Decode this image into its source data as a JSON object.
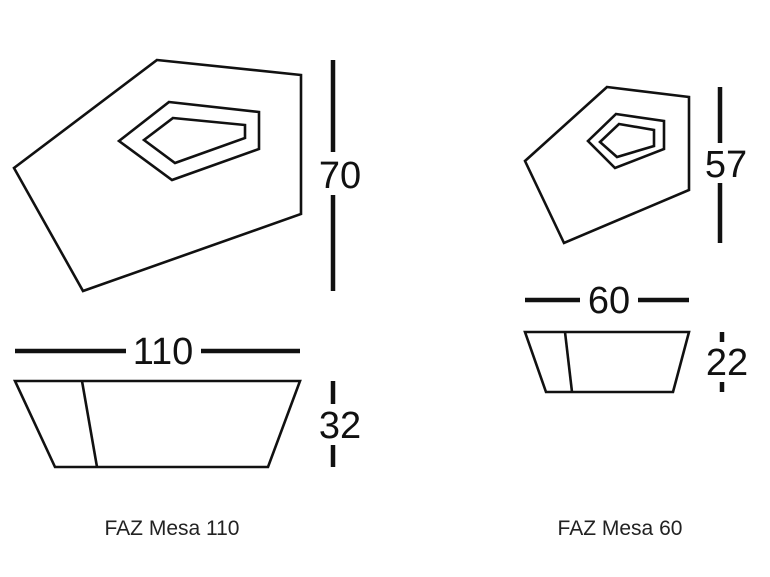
{
  "products": [
    {
      "caption": "FAZ Mesa 110",
      "dimensions": {
        "depth": "70",
        "width": "110",
        "height": "32"
      }
    },
    {
      "caption": "FAZ Mesa 60",
      "dimensions": {
        "depth": "57",
        "width": "60",
        "height": "22"
      }
    }
  ]
}
